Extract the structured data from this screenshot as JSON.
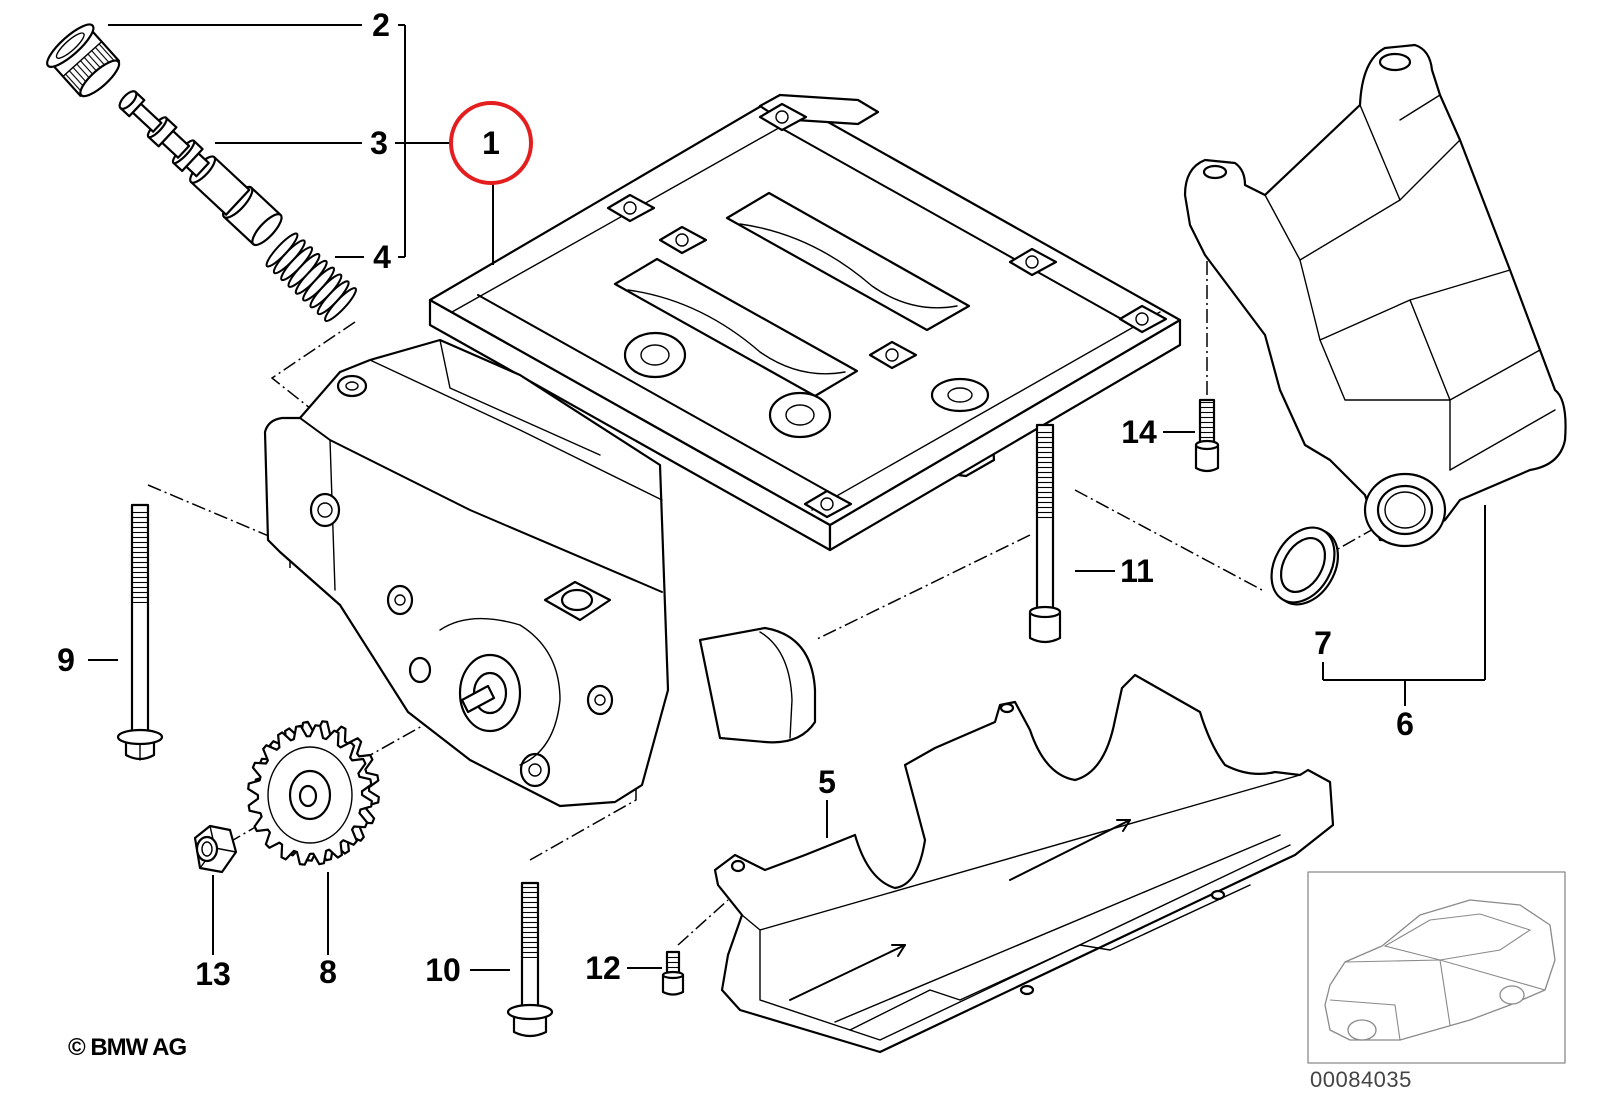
{
  "diagram": {
    "callouts": {
      "p1": "1",
      "p2": "2",
      "p3": "3",
      "p4": "4",
      "p5": "5",
      "p6": "6",
      "p7": "7",
      "p8": "8",
      "p9": "9",
      "p10": "10",
      "p11": "11",
      "p12": "12",
      "p13": "13",
      "p14": "14"
    },
    "copyright": "© BMW AG",
    "image_number": "00084035"
  },
  "colors": {
    "highlight_circle": "#e41e1e",
    "linework": "#000000",
    "thumbnail": "#8a8a8a"
  }
}
